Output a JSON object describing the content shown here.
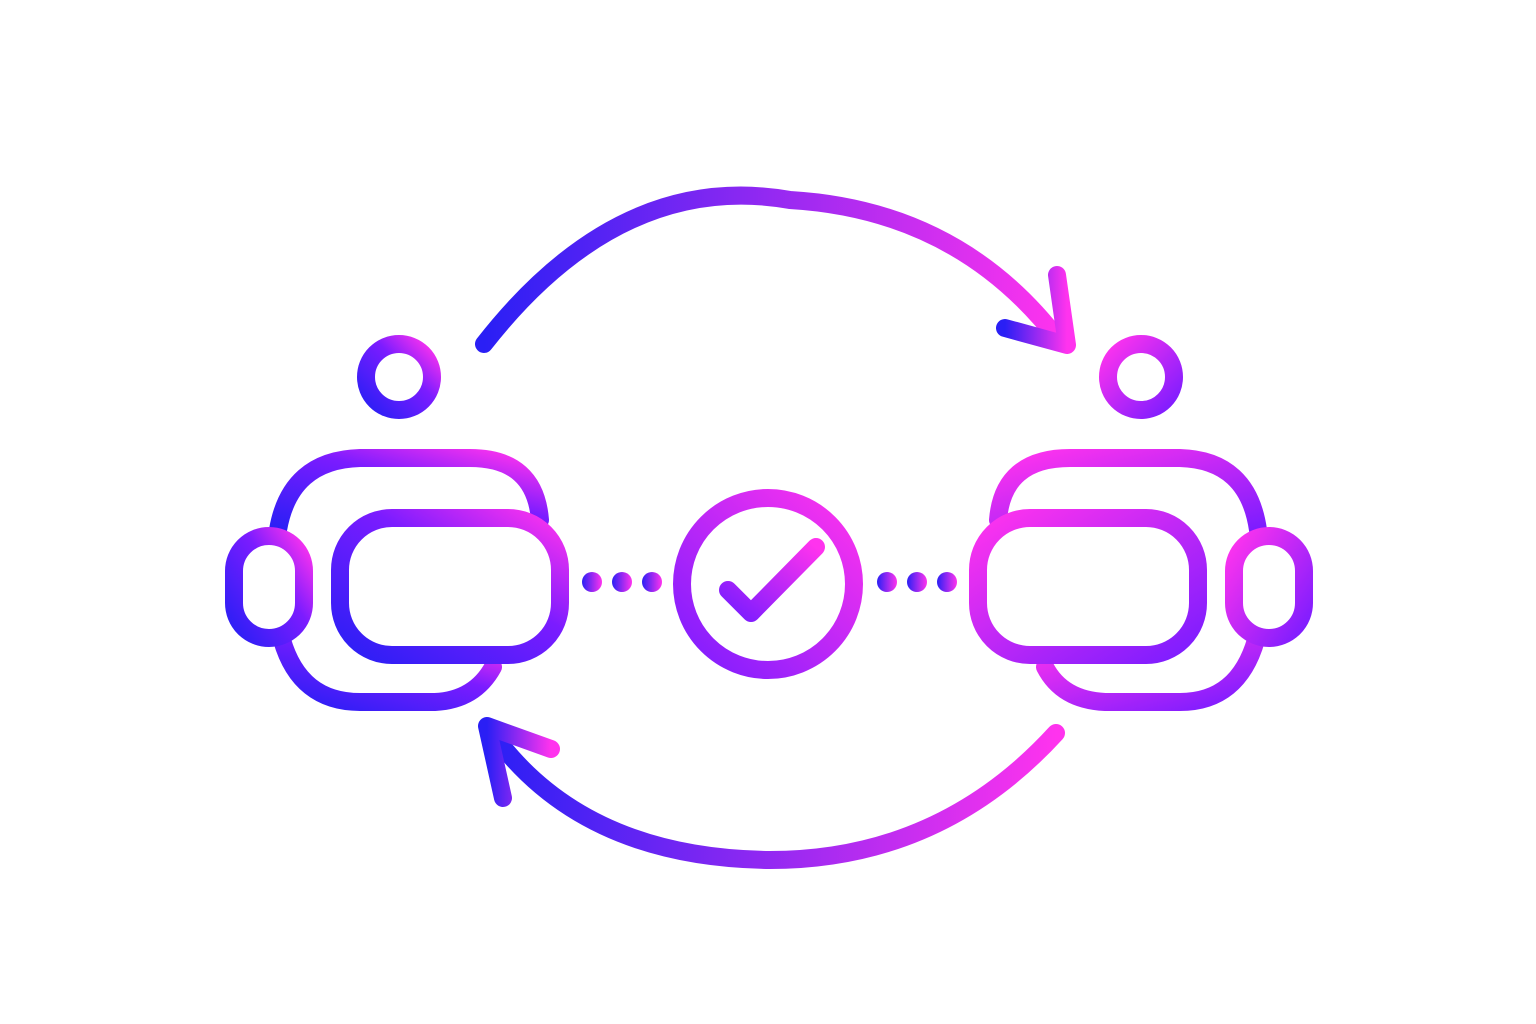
{
  "diagram": {
    "background_color": "#ffffff",
    "gradient_start_color": "#2a1ff5",
    "gradient_mid_color": "#7b1cff",
    "gradient_end_color": "#ff33ee",
    "nodes": [
      {
        "id": "left-robot",
        "icon": "robot-icon"
      },
      {
        "id": "center-check",
        "icon": "checkmark-circle-icon"
      },
      {
        "id": "right-robot",
        "icon": "robot-icon"
      }
    ],
    "connectors": [
      {
        "id": "top-arrow",
        "icon": "curved-arrow-icon",
        "from": "left-robot",
        "to": "right-robot"
      },
      {
        "id": "bottom-arrow",
        "icon": "curved-arrow-icon",
        "from": "right-robot",
        "to": "left-robot"
      },
      {
        "id": "left-dots",
        "icon": "dotted-line-icon",
        "from": "left-robot",
        "to": "center-check"
      },
      {
        "id": "right-dots",
        "icon": "dotted-line-icon",
        "from": "center-check",
        "to": "right-robot"
      }
    ]
  }
}
